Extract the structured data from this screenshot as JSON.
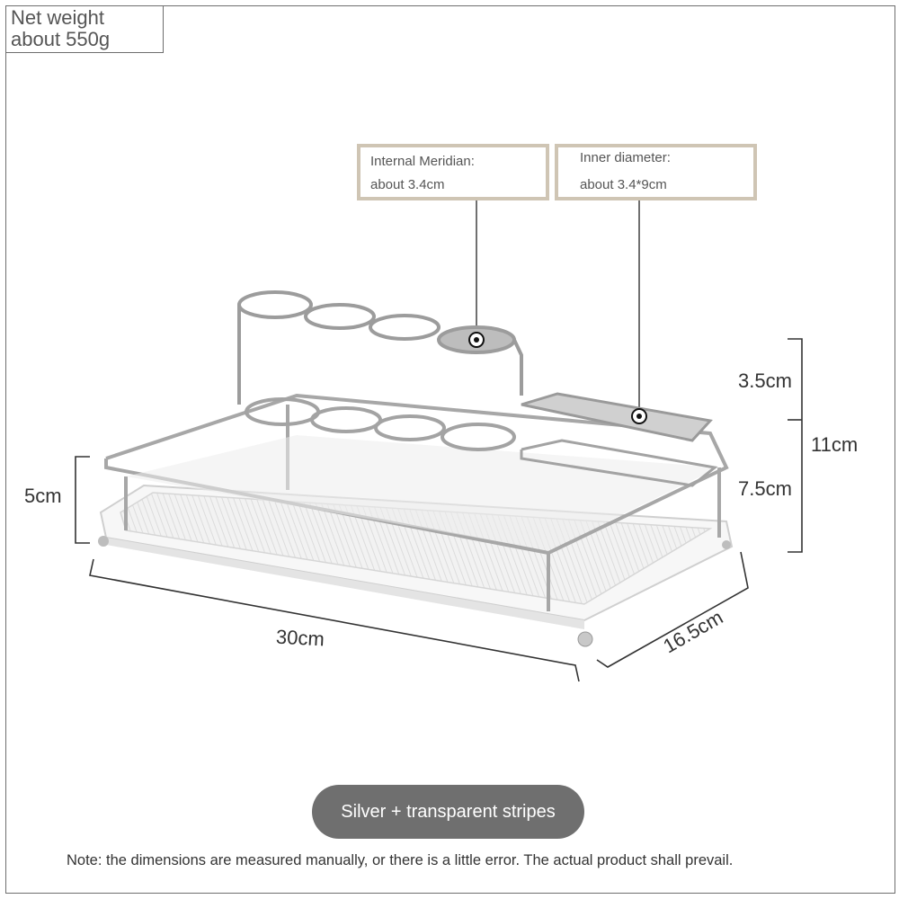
{
  "net_weight": {
    "line1": "Net weight",
    "line2": "about 550g"
  },
  "callouts": [
    {
      "line1": "Internal Meridian:",
      "line2": "about 3.4cm"
    },
    {
      "line1": "Inner diameter:",
      "line2": "about 3.4*9cm"
    }
  ],
  "dimensions": {
    "top_height": "3.5cm",
    "total_height": "11cm",
    "lower_height": "7.5cm",
    "tray_height": "5cm",
    "length": "30cm",
    "depth": "16.5cm"
  },
  "color_label": "Silver + transparent stripes",
  "note": "Note: the dimensions are measured manually, or there is a little error. The actual product shall prevail.",
  "colors": {
    "callout_border": "#cfc5b4",
    "pill_bg": "#6f6f6f",
    "frame": "#6e6e6e"
  }
}
